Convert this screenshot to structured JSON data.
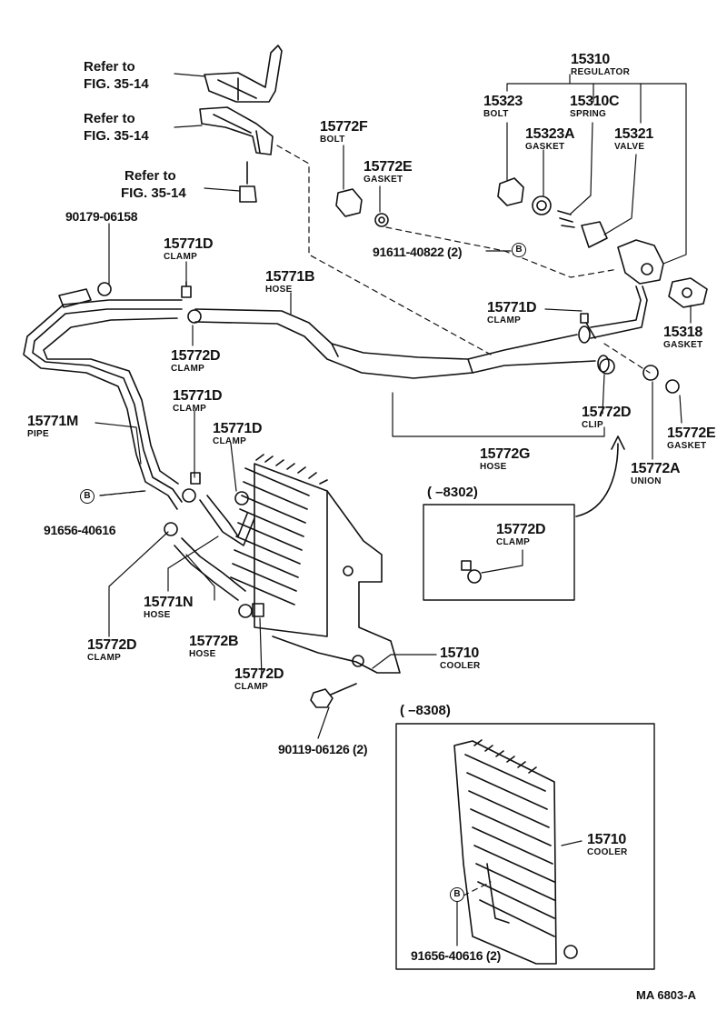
{
  "refs": [
    {
      "line1": "Refer to",
      "line2": "FIG. 35-14"
    },
    {
      "line1": "Refer to",
      "line2": "FIG. 35-14"
    },
    {
      "line1": "Refer to",
      "line2": "FIG. 35-14"
    }
  ],
  "parts": {
    "p15310": {
      "num": "15310",
      "name": "REGULATOR"
    },
    "p15323": {
      "num": "15323",
      "name": "BOLT"
    },
    "p15310c": {
      "num": "15310C",
      "name": "SPRING"
    },
    "p15323a": {
      "num": "15323A",
      "name": "GASKET"
    },
    "p15321": {
      "num": "15321",
      "name": "VALVE"
    },
    "p15772f": {
      "num": "15772F",
      "name": "BOLT"
    },
    "p15772e_top": {
      "num": "15772E",
      "name": "GASKET"
    },
    "p90179": {
      "num": "90179-06158"
    },
    "p15771d_1": {
      "num": "15771D",
      "name": "CLAMP"
    },
    "p15771b": {
      "num": "15771B",
      "name": "HOSE"
    },
    "p91611": {
      "num": "91611-40822 (2)"
    },
    "p15771d_2": {
      "num": "15771D",
      "name": "CLAMP"
    },
    "p15318": {
      "num": "15318",
      "name": "GASKET"
    },
    "p15772d_1": {
      "num": "15772D",
      "name": "CLAMP"
    },
    "p15771d_3": {
      "num": "15771D",
      "name": "CLAMP"
    },
    "p15771m": {
      "num": "15771M",
      "name": "PIPE"
    },
    "p15771d_4": {
      "num": "15771D",
      "name": "CLAMP"
    },
    "p15772d_clip": {
      "num": "15772D",
      "name": "CLIP"
    },
    "p15772e_right": {
      "num": "15772E",
      "name": "GASKET"
    },
    "p15772g": {
      "num": "15772G",
      "name": "HOSE"
    },
    "p15772a": {
      "num": "15772A",
      "name": "UNION"
    },
    "p91656_a": {
      "num": "91656-40616"
    },
    "p15772d_inset": {
      "num": "15772D",
      "name": "CLAMP"
    },
    "p15771n": {
      "num": "15771N",
      "name": "HOSE"
    },
    "p15772d_2": {
      "num": "15772D",
      "name": "CLAMP"
    },
    "p15772b": {
      "num": "15772B",
      "name": "HOSE"
    },
    "p15710_a": {
      "num": "15710",
      "name": "COOLER"
    },
    "p15772d_3": {
      "num": "15772D",
      "name": "CLAMP"
    },
    "p90119": {
      "num": "90119-06126 (2)"
    },
    "p15710_b": {
      "num": "15710",
      "name": "COOLER"
    },
    "p91656_b": {
      "num": "91656-40616 (2)"
    }
  },
  "insets": {
    "i8302": {
      "label": "(        –8302)"
    },
    "i8308": {
      "label": "(        –8308)"
    }
  },
  "badge_letter": "B",
  "fig_code": "MA  6803-A"
}
